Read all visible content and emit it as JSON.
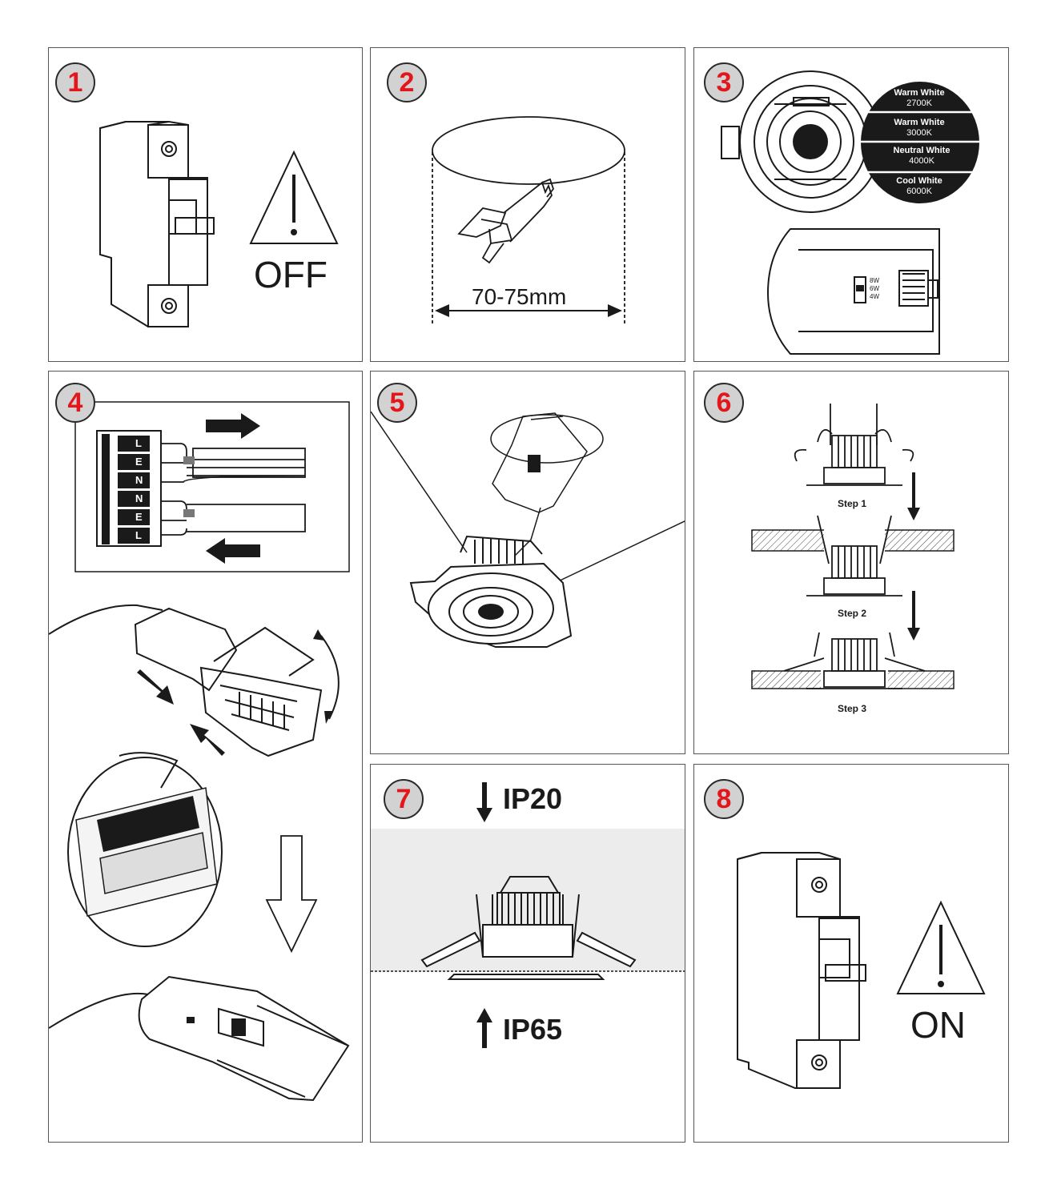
{
  "steps": [
    {
      "number": "1",
      "label": "OFF"
    },
    {
      "number": "2",
      "label": "70-75mm"
    },
    {
      "number": "3"
    },
    {
      "number": "4"
    },
    {
      "number": "5"
    },
    {
      "number": "6"
    },
    {
      "number": "7"
    },
    {
      "number": "8",
      "label": "ON"
    }
  ],
  "color_temperatures": [
    {
      "name": "Warm White",
      "kelvin": "2700K"
    },
    {
      "name": "Warm White",
      "kelvin": "3000K"
    },
    {
      "name": "Neutral White",
      "kelvin": "4000K"
    },
    {
      "name": "Cool White",
      "kelvin": "6000K"
    }
  ],
  "wattages": [
    "8W",
    "6W",
    "4W"
  ],
  "terminal_letters": [
    "L",
    "E",
    "N",
    "N",
    "E",
    "L"
  ],
  "install_steps": [
    "Step 1",
    "Step 2",
    "Step 3"
  ],
  "ip_ratings": {
    "top": "IP20",
    "bottom": "IP65"
  },
  "colors": {
    "accent": "#e2161b",
    "badge_fill": "#d2d2d2",
    "line": "#1a1a1a",
    "zone_shade": "#ececec"
  }
}
